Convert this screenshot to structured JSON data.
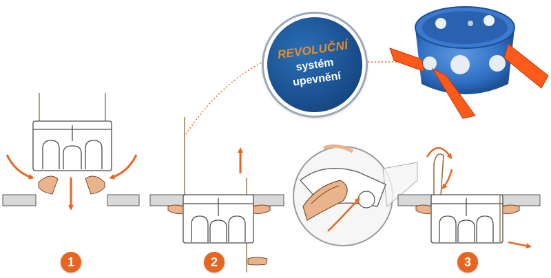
{
  "badge": {
    "text": "REVOLUČNÍ",
    "line2": "systém",
    "line3": "upevnění",
    "color_text_highlight": "#f08a1c",
    "color_background": "#1a4f8e"
  },
  "steps": [
    {
      "number": "1"
    },
    {
      "number": "2"
    },
    {
      "number": "3"
    }
  ],
  "colors": {
    "accent_orange": "#e8651f",
    "box_outline": "#4a4a4a",
    "board_fill": "#d9d9d9",
    "product_blue": "#2f6fc4",
    "wing_orange": "#ff5a1a",
    "tab_tan": "#e9b48c"
  },
  "icons": [
    "arrow-down-icon",
    "arrow-up-icon",
    "curved-arrow-icon"
  ]
}
